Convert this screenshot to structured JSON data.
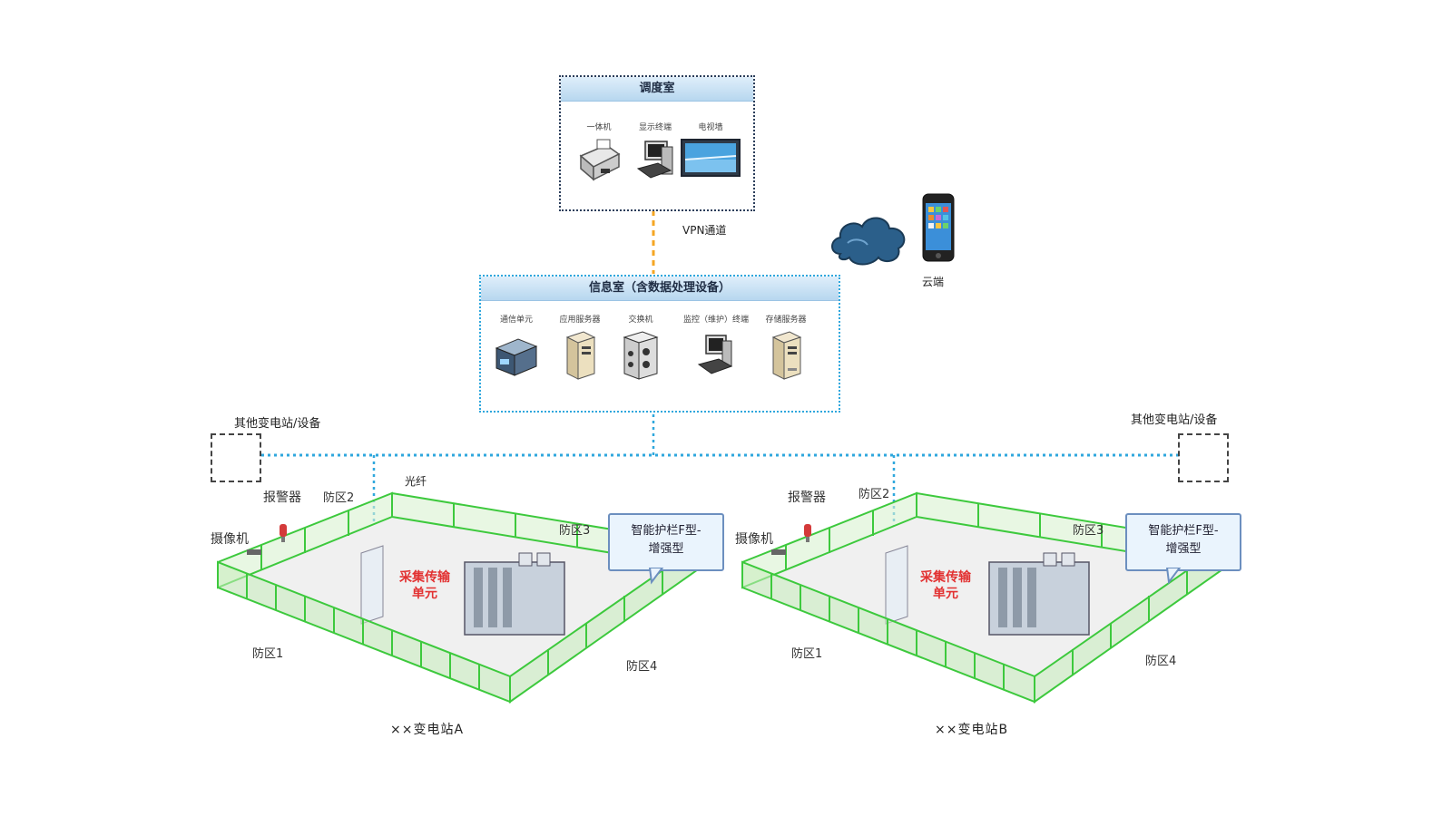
{
  "dispatch_room": {
    "title": "调度室",
    "devices": [
      {
        "label": "一体机",
        "icon": "printer-icon"
      },
      {
        "label": "显示终端",
        "icon": "terminal-icon"
      },
      {
        "label": "电视墙",
        "icon": "tv-wall-icon"
      }
    ]
  },
  "info_room": {
    "title": "信息室（含数据处理设备）",
    "devices": [
      {
        "label": "通信单元",
        "icon": "communication-unit-icon"
      },
      {
        "label": "应用服务器",
        "icon": "app-server-icon"
      },
      {
        "label": "交换机",
        "icon": "switch-icon"
      },
      {
        "label": "监控（维护）终端",
        "icon": "monitor-terminal-icon"
      },
      {
        "label": "存储服务器",
        "icon": "storage-server-icon"
      }
    ]
  },
  "links": {
    "vpn_label": "VPN通道",
    "cloud_label": "云端",
    "left_node_label": "其他变电站/设备",
    "right_node_label": "其他变电站/设备",
    "lan_label": "光纤"
  },
  "substations": [
    {
      "name": "××变电站A",
      "alarm_label": "报警器",
      "camera_label": "摄像机",
      "zones": [
        "防区1",
        "防区2",
        "防区3",
        "防区4"
      ],
      "unit_label_1": "采集传输",
      "unit_label_2": "单元",
      "callout_1": "智能护栏F型-",
      "callout_2": "增强型"
    },
    {
      "name": "××变电站B",
      "alarm_label": "报警器",
      "camera_label": "摄像机",
      "zones": [
        "防区1",
        "防区2",
        "防区3",
        "防区4"
      ],
      "unit_label_1": "采集传输",
      "unit_label_2": "单元",
      "callout_1": "智能护栏F型-",
      "callout_2": "增强型"
    }
  ],
  "colors": {
    "fence_green": "#3dc93d",
    "link_blue": "#2fa7dd",
    "vpn_orange": "#f5a623",
    "alert_red": "#e23131"
  }
}
